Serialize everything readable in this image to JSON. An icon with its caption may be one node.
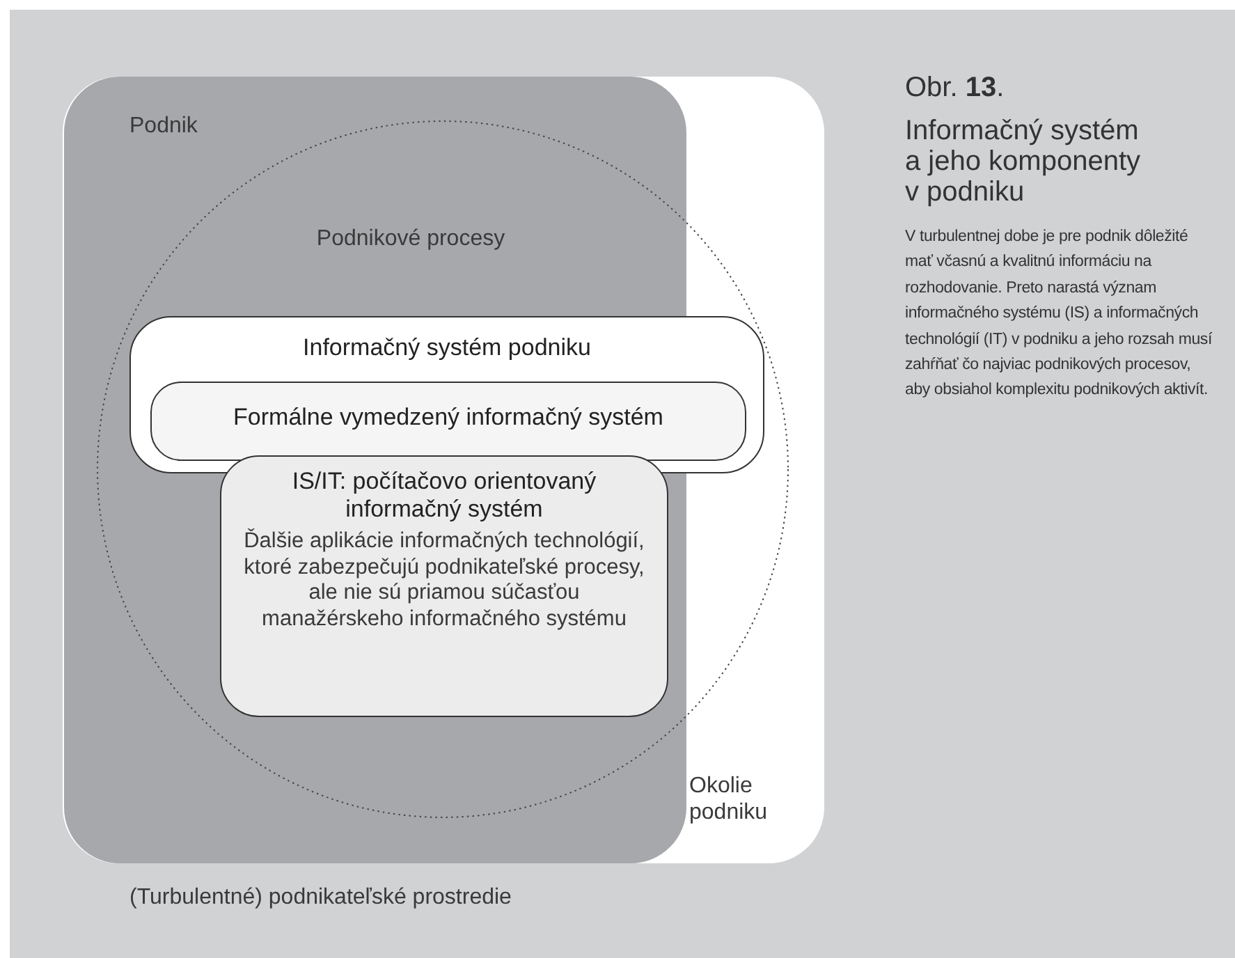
{
  "diagram": {
    "title": "Obr. **13**.",
    "caption": "Informačný systém a jeho komponenty v podniku",
    "nodes": [
      {
        "text": [
          "(Turbulentné) podnikateľské prostredie"
        ]
      },
      {
        "text": [
          "Okolie podniku"
        ],
        "in": 0
      },
      {
        "text": [
          "Podnik"
        ],
        "in": 1
      },
      {
        "text": [
          "Podnikové procesy"
        ],
        "in": 1
      },
      {
        "text": [
          "Informačný systém podniku"
        ],
        "in": 3
      },
      {
        "text": [
          "Formálne vymedzený informačný systém"
        ],
        "in": 4
      },
      {
        "text": [
          "IS/IT: počítačovo orientovaný informačný systém",
          "Ďalšie aplikácie informačných technológií, ktoré zabezpečujú podnikateľské procesy, ale nie sú priamou súčasťou manažérskeho informačného systému"
        ],
        "in": 3
      }
    ],
    "edges": [],
    "labels": [
      "V turbulentnej dobe je pre podnik dôležité mať včasnú a kvalitnú informáciu na rozhodovanie. Preto narastá význam informačného systému (IS) a informačných technológií (IT) v podniku a jeho rozsah musí zahŕňať čo najviac podnikových procesov, aby obsiahol komplexitu podnikových aktivít."
    ]
  }
}
